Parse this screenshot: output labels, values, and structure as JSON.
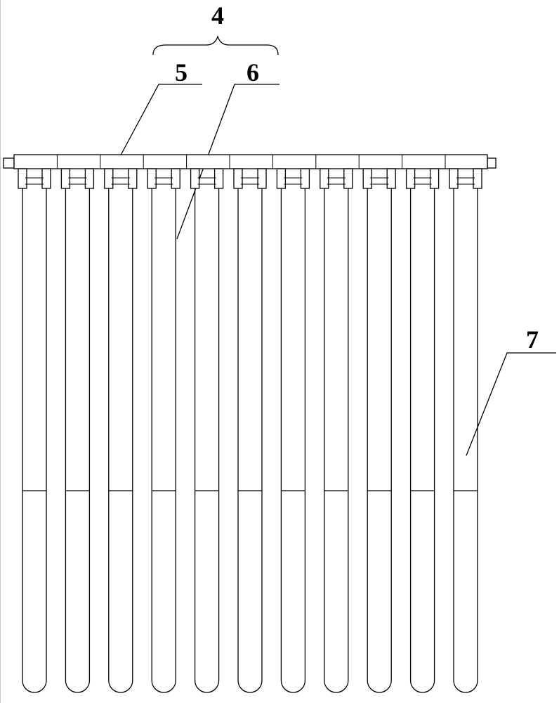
{
  "figure": {
    "labels": {
      "assembly": "4",
      "header": "5",
      "tube": "6",
      "fill_line": "7"
    },
    "tube_count": 11,
    "fill_level_fraction": 0.6
  }
}
